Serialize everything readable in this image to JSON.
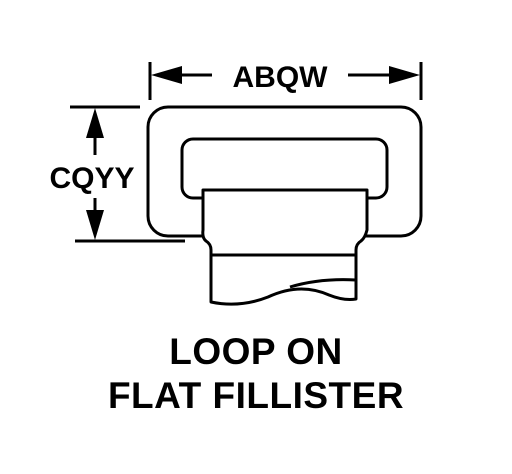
{
  "dimensions": {
    "width_label": "ABQW",
    "height_label": "CQYY"
  },
  "caption": {
    "line1": "LOOP ON",
    "line2": "FLAT FILLISTER"
  },
  "colors": {
    "ink": "#000000",
    "background": "#ffffff"
  }
}
